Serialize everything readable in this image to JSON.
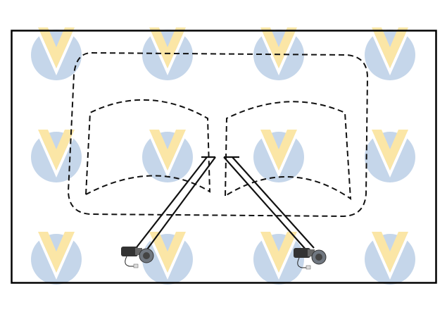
{
  "diagram": {
    "type": "windshield wiper layout",
    "colors": {
      "frame": "#000000",
      "outline": "#111111",
      "watermark_circle": "#c5d6ea",
      "watermark_v": "#fbe6a6",
      "motor": "#4a4a4a"
    },
    "watermark_icon": "v-logo-icon",
    "motors": [
      "left-wiper-motor",
      "right-wiper-motor"
    ]
  }
}
